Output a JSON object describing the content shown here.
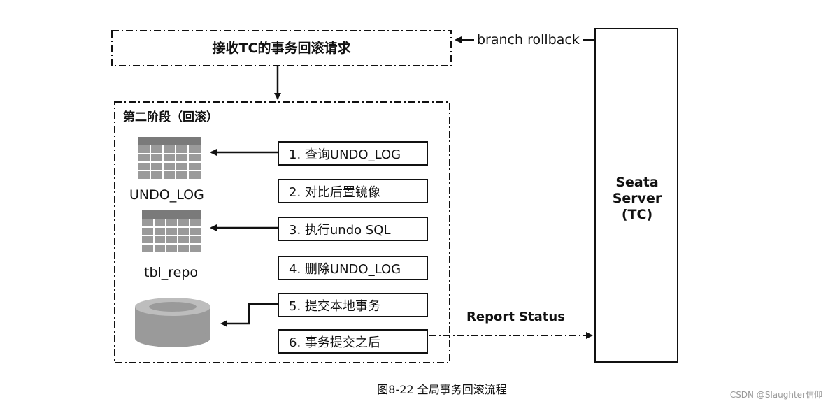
{
  "top_box": {
    "label": "接收TC的事务回滚请求"
  },
  "phase": {
    "title": "第二阶段（回滚）"
  },
  "steps": [
    "1. 查询UNDO_LOG",
    "2. 对比后置镜像",
    "3. 执行undo SQL",
    "4. 删除UNDO_LOG",
    "5. 提交本地事务",
    "6. 事务提交之后"
  ],
  "icons": {
    "undo_log_table": {
      "label": "UNDO_LOG",
      "icon": "table-icon"
    },
    "repo_table": {
      "label": "tbl_repo",
      "icon": "table-icon"
    },
    "database": {
      "icon": "database-cylinder-icon"
    }
  },
  "tc": {
    "label": "Seata\nServer\n(TC)"
  },
  "arrows": {
    "branch_rollback": "branch rollback",
    "report_status": "Report Status"
  },
  "caption": "图8-22 全局事务回滚流程",
  "watermark": "CSDN @Slaughter信仰",
  "colors": {
    "icon_gray": "#999999",
    "icon_gray_dark": "#7a7a7a",
    "line": "#111111"
  }
}
